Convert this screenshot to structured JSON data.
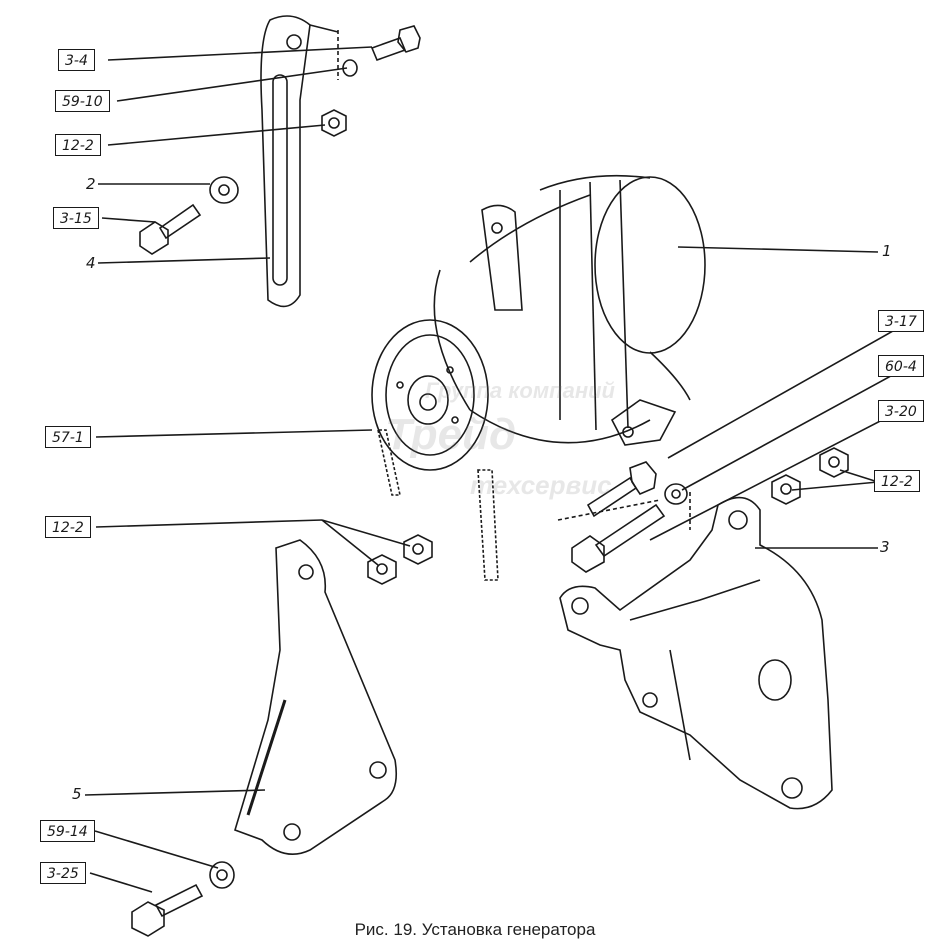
{
  "caption": "Рис. 19. Установка генератора",
  "callouts": {
    "c_3_4": "3-4",
    "c_59_10": "59-10",
    "c_12_2_top": "12-2",
    "c_2": "2",
    "c_3_15": "3-15",
    "c_4": "4",
    "c_1": "1",
    "c_3_17": "3-17",
    "c_60_4": "60-4",
    "c_3_20": "3-20",
    "c_12_2_right": "12-2",
    "c_3": "3",
    "c_57_1": "57-1",
    "c_12_2_left": "12-2",
    "c_5": "5",
    "c_59_14": "59-14",
    "c_3_25": "3-25"
  },
  "watermark": {
    "line1": "Группа компаний",
    "line2": "Трейд",
    "line3": "техсервис"
  }
}
